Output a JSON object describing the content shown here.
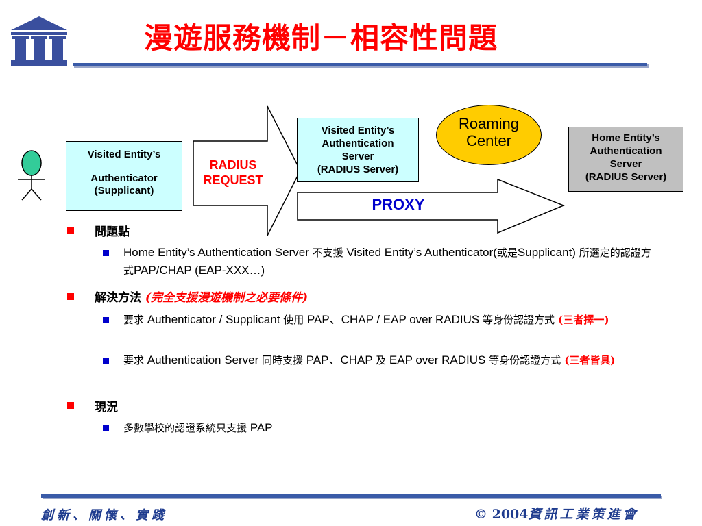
{
  "header": {
    "title": "漫遊服務機制－相容性問題"
  },
  "diagram": {
    "authenticator": {
      "line1": "Visited Entity’s",
      "line2": "Authenticator",
      "line3": "(Supplicant)"
    },
    "radius_request": {
      "line1": "RADIUS",
      "line2": "REQUEST"
    },
    "visited_server": {
      "line1": "Visited Entity’s",
      "line2": "Authentication",
      "line3": "Server",
      "line4": "(RADIUS Server)"
    },
    "roaming_center": {
      "line1": "Roaming",
      "line2": "Center"
    },
    "home_server": {
      "line1": "Home Entity’s",
      "line2": "Authentication",
      "line3": "Server",
      "line4": "(RADIUS Server)"
    },
    "proxy": "PROXY",
    "colors": {
      "client_box": "#ccffff",
      "home_box": "#c0c0c0",
      "roaming": "#ffcc00",
      "person": "#33cc99"
    }
  },
  "content": {
    "s1_heading": "問題點",
    "s1_b1_a": "Home Entity’s Authentication Server ",
    "s1_b1_b": "不支援",
    "s1_b1_c": " Visited Entity’s Authenticator(",
    "s1_b1_d": "或是",
    "s1_b1_e": "Supplicant) ",
    "s1_b1_f": "所選定的認證方式",
    "s1_b1_g": "PAP/CHAP (EAP-XXX…)",
    "s2_heading": "解決方法",
    "s2_heading_note": "(完全支援漫遊機制之必要條件)",
    "s2_b1_a": "要求",
    "s2_b1_b": " Authenticator / Supplicant ",
    "s2_b1_c": "使用",
    "s2_b1_d": " PAP、CHAP / EAP over RADIUS ",
    "s2_b1_e": "等身份認證方式",
    "s2_b1_f": " (三者擇一)",
    "s2_b2_a": "要求",
    "s2_b2_b": " Authentication Server ",
    "s2_b2_c": "同時支援",
    "s2_b2_d": " PAP、CHAP ",
    "s2_b2_e": "及",
    "s2_b2_f": " EAP over RADIUS ",
    "s2_b2_g": "等身份認證方式",
    "s2_b2_h": " (三者皆具)",
    "s3_heading": "現況",
    "s3_b1_a": "多數學校的認證系統只支援",
    "s3_b1_b": " PAP"
  },
  "footer": {
    "left": "創新、關懷、實踐",
    "copyright": "© 2004",
    "org": "資訊工業策進會"
  }
}
